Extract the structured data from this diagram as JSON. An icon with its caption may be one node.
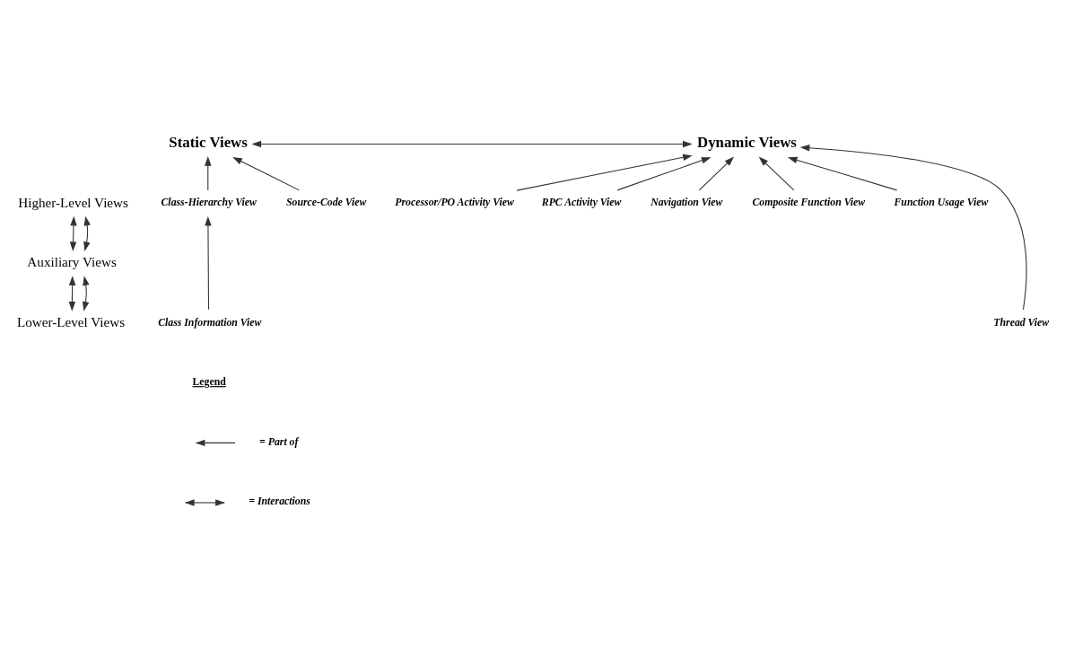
{
  "diagram": {
    "nodes": [
      {
        "text": [
          "Static Views"
        ]
      },
      {
        "text": [
          "Dynamic Views"
        ]
      },
      {
        "text": [
          "Higher-Level Views"
        ]
      },
      {
        "text": [
          "Class-Hierarchy View"
        ]
      },
      {
        "text": [
          "Source-Code View"
        ]
      },
      {
        "text": [
          "Processor/PO Activity View"
        ]
      },
      {
        "text": [
          "RPC Activity View"
        ]
      },
      {
        "text": [
          "Navigation View"
        ]
      },
      {
        "text": [
          "Composite Function View"
        ]
      },
      {
        "text": [
          "Function Usage View"
        ]
      },
      {
        "text": [
          "Auxiliary Views"
        ]
      },
      {
        "text": [
          "Lower-Level Views"
        ]
      },
      {
        "text": [
          "Class Information View"
        ]
      },
      {
        "text": [
          "Thread View"
        ]
      }
    ],
    "edges": [
      {
        "from": 3,
        "to": 0,
        "arrow": "to"
      },
      {
        "from": 4,
        "to": 0,
        "arrow": "to"
      },
      {
        "from": 5,
        "to": 1,
        "arrow": "to"
      },
      {
        "from": 6,
        "to": 1,
        "arrow": "to"
      },
      {
        "from": 13,
        "to": 1,
        "arrow": "to"
      },
      {
        "from": 7,
        "to": 1,
        "arrow": "to"
      },
      {
        "from": 8,
        "to": 1,
        "arrow": "to"
      },
      {
        "from": 9,
        "to": 1,
        "arrow": "to"
      },
      {
        "from": 12,
        "to": 3,
        "arrow": "to"
      },
      {
        "from": 0,
        "to": 1,
        "arrow": "both"
      },
      {
        "from": 2,
        "to": 10,
        "arrow": "both"
      },
      {
        "from": 2,
        "to": 10,
        "arrow": "both"
      },
      {
        "from": 10,
        "to": 11,
        "arrow": "both"
      },
      {
        "from": 10,
        "to": 11,
        "arrow": "both"
      }
    ],
    "labels": [
      "Legend"
    ],
    "legend": [
      {
        "text": "= Part of"
      },
      {
        "text": "= Interactions"
      }
    ]
  }
}
